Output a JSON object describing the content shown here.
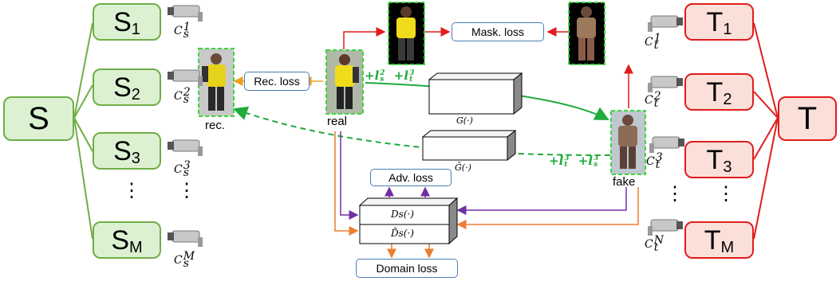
{
  "source_root": {
    "label": "S"
  },
  "target_root": {
    "label": "T"
  },
  "source_domains": [
    {
      "label": "S",
      "sub": "1",
      "cam_label": "C",
      "cam_sub": "s",
      "cam_sup": "1"
    },
    {
      "label": "S",
      "sub": "2",
      "cam_label": "C",
      "cam_sub": "s",
      "cam_sup": "2"
    },
    {
      "label": "S",
      "sub": "3",
      "cam_label": "C",
      "cam_sub": "s",
      "cam_sup": "3"
    },
    {
      "label": "S",
      "sub": "M",
      "cam_label": "C",
      "cam_sub": "s",
      "cam_sup": "M"
    }
  ],
  "target_domains": [
    {
      "label": "T",
      "sub": "1",
      "cam_label": "C",
      "cam_sub": "t",
      "cam_sup": "1"
    },
    {
      "label": "T",
      "sub": "2",
      "cam_label": "C",
      "cam_sub": "t",
      "cam_sup": "2"
    },
    {
      "label": "T",
      "sub": "3",
      "cam_label": "C",
      "cam_sub": "t",
      "cam_sup": "3"
    },
    {
      "label": "T",
      "sub": "M",
      "cam_label": "C",
      "cam_sub": "t",
      "cam_sup": "N"
    }
  ],
  "ellipsis": "⋮",
  "losses": {
    "rec": "Rec. loss",
    "mask": "Mask. loss",
    "adv": "Adv. loss",
    "domain": "Domain loss"
  },
  "labels": {
    "rec": "rec.",
    "real": "real",
    "fake": "fake"
  },
  "generators": {
    "g": "G(·)",
    "g_bar": "Ḡ(·)"
  },
  "discriminators": {
    "ds": "Ds(·)",
    "ds_bar": "D̄s(·)"
  },
  "forward_terms": {
    "t1": "+l",
    "t1_sup": "2",
    "t1_sub": "s",
    "t2": "+l",
    "t2_sup": "3",
    "t2_sub": "t"
  },
  "backward_terms": {
    "t1": "+l",
    "t1_sup": "3",
    "t1_sub": "t",
    "t2": "+l",
    "t2_sup": "3",
    "t2_sub": "s"
  },
  "colors": {
    "source_fill": "#dcf1d2",
    "source_border": "#70ad47",
    "target_fill": "#fbe0da",
    "target_border": "#e11c1c",
    "cycle_green": "#1faa3c",
    "rec_arrow": "#f0a01c",
    "mask_arrow": "#e11c1c",
    "adv_arrow": "#7030a0",
    "domain_arrow": "#ed7d31"
  }
}
